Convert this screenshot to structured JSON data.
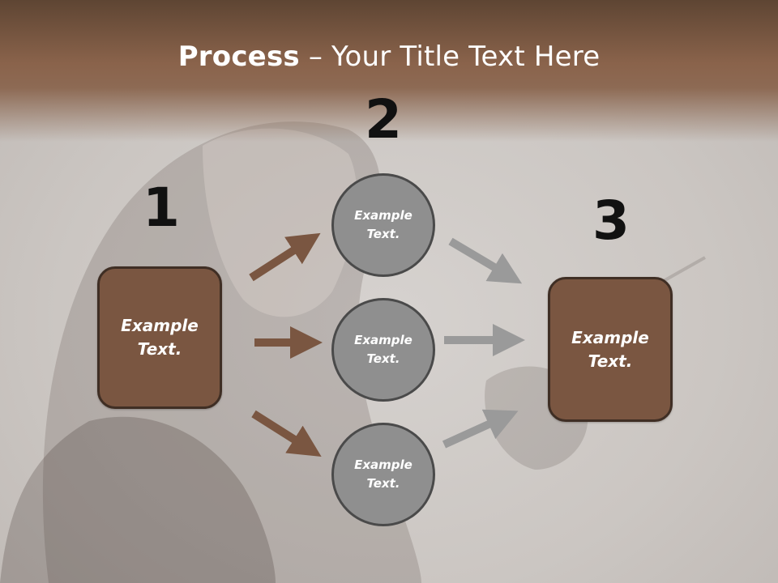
{
  "title": {
    "strong": "Process",
    "rest": " – Your Title Text Here"
  },
  "numbers": [
    "1",
    "2",
    "3"
  ],
  "left_box": {
    "text": "Example\nText."
  },
  "right_box": {
    "text": "Example\nText."
  },
  "circles": [
    {
      "text": "Example\nText."
    },
    {
      "text": "Example\nText."
    },
    {
      "text": "Example\nText."
    }
  ],
  "colors": {
    "box_fill": "#7a5641",
    "box_border": "#3f2e24",
    "circle_fill": "#8f8f8f",
    "circle_border": "#4a4a4a",
    "arrow_brown": "#7a5641",
    "arrow_gray": "#9a9a9a"
  }
}
